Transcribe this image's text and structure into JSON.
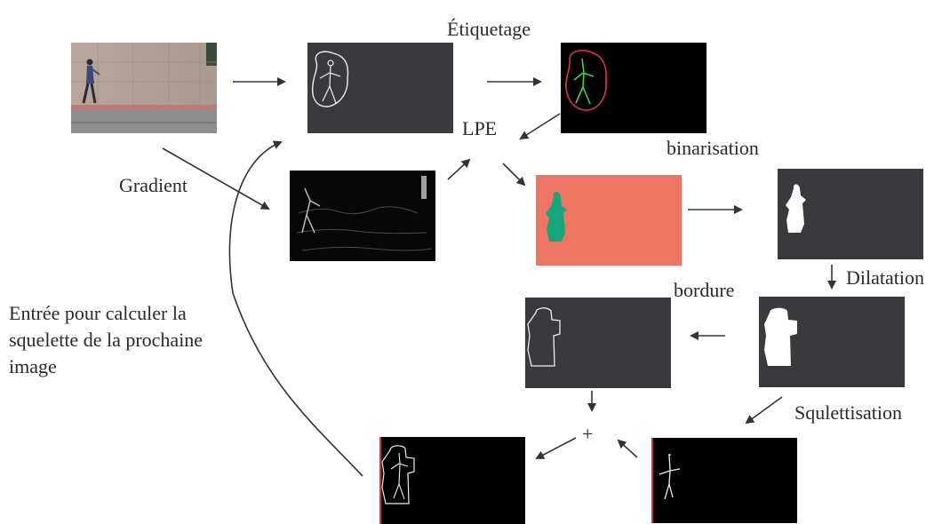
{
  "title": "Étiquetage",
  "labels": {
    "lpe": "LPE",
    "gradient": "Gradient",
    "binarisation": "binarisation",
    "dilatation": "Dilatation",
    "bordure": "bordure",
    "squelettisation": "Squlettisation",
    "plus": "+",
    "note_lines": [
      "Entrée pour calculer la",
      "squelette de la prochaine",
      "image"
    ]
  },
  "colors": {
    "dark_panel": "#3a3a3e",
    "black_panel": "#000000",
    "salmon": "#ee7464",
    "teal": "#14a77a",
    "green_skeleton": "#3fd24a",
    "red_outline": "#d8334a",
    "arrow": "#333333"
  }
}
